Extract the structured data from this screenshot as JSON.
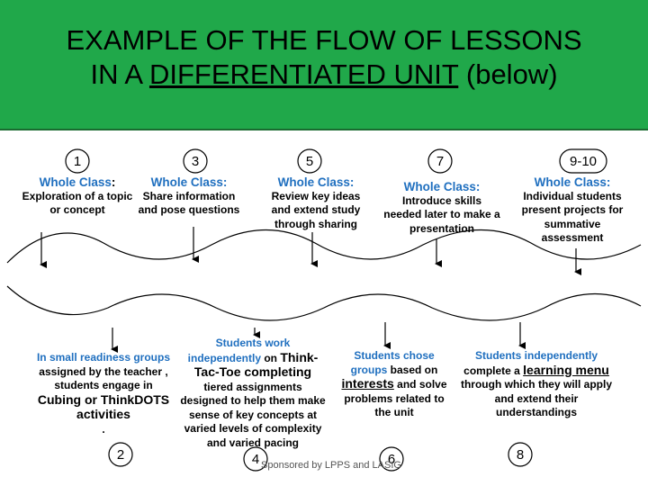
{
  "slide": {
    "title_line1": "EXAMPLE OF THE FLOW OF LESSONS",
    "title_line2_prefix": "IN A ",
    "title_line2_underlined": "DIFFERENTIATED UNIT",
    "title_line2_suffix": " (below)",
    "footer": "Sponsored by LPPS and LASIG"
  },
  "colors": {
    "banner": "#20a84a",
    "heading_blue": "#1f6fbf"
  },
  "steps_top": [
    {
      "num": "1",
      "heading": "Whole Class",
      "heading_suffix": ":",
      "body": "Exploration of a topic or concept"
    },
    {
      "num": "3",
      "heading": "Whole Class:",
      "body": "Share information and pose questions"
    },
    {
      "num": "5",
      "heading": "Whole Class:",
      "body": "Review key ideas and extend study through sharing"
    },
    {
      "num": "7",
      "heading": "Whole Class:",
      "body": "Introduce skills needed later to make a presentation"
    },
    {
      "num": "9-10",
      "heading": "Whole Class:",
      "body": "Individual students present projects  for summative assessment"
    }
  ],
  "steps_bottom": [
    {
      "num": "2",
      "p1": "In small readiness groups",
      "p2": " assigned by the teacher , students engage in ",
      "p3": "Cubing or ThinkDOTS activities",
      "p4": "."
    },
    {
      "num": "4",
      "p1": "Students work independently",
      "p2": " on ",
      "p3": "Think-Tac-Toe",
      "p4": " completing",
      "p5": "tiered assignments designed to help them make sense of key concepts at varied levels of complexity and varied pacing"
    },
    {
      "num": "6",
      "p1": "Students chose groups",
      "p2": " based on ",
      "p3": "interests",
      "p4": " and solve problems related to the unit"
    },
    {
      "num": "8",
      "p1": "Students  independently",
      "p2": "complete a ",
      "p3": "learning menu",
      "p4": " through which they will apply and extend their understandings"
    }
  ]
}
